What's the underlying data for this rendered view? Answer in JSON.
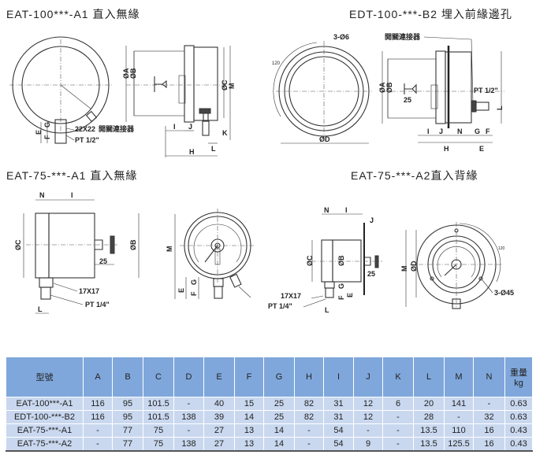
{
  "titles": {
    "eat100_a1": "EAT-100***-A1  直入無緣",
    "edt100_b2": "EDT-100-***-B2 埋入前緣邊孔",
    "eat75_a1": "EAT-75-***-A1 直入無緣",
    "eat75_a2": "EAT-75-***-A2直入背緣"
  },
  "labels": {
    "fig1": {
      "fitting": "22X22",
      "connector": "開關連接器",
      "thread": "PT 1/2\"",
      "A": "ØA",
      "B": "ØB",
      "C": "ØC",
      "M": "M",
      "E": "E",
      "F": "F",
      "G": "G",
      "I": "I",
      "J": "J",
      "K": "K",
      "L": "L",
      "H": "H"
    },
    "fig2": {
      "holes": "3-Ø6",
      "angle": "120",
      "D": "ØD",
      "connector": "開關連接器",
      "thread": "PT 1/2\"",
      "A": "ØA",
      "B": "ØB",
      "knob": "25",
      "L": "L",
      "I": "I",
      "J": "J",
      "N": "N",
      "G": "G",
      "F": "F",
      "H": "H",
      "E": "E"
    },
    "fig3": {
      "N": "N",
      "I": "I",
      "C": "ØC",
      "B": "ØB",
      "knob": "25",
      "fitting": "17X17",
      "thread": "PT 1/4\"",
      "L": "L",
      "M": "M",
      "E": "E",
      "F": "F",
      "G": "G"
    },
    "fig4": {
      "N": "N",
      "I": "I",
      "J": "J",
      "C": "ØC",
      "B": "ØB",
      "knob": "25",
      "fitting": "17X17",
      "thread": "PT 1/4\"",
      "L": "L",
      "F": "F",
      "G": "G",
      "E": "E",
      "M": "M",
      "D": "ØD",
      "angle": "120",
      "holes": "3-Ø45"
    }
  },
  "table": {
    "headers": [
      "型號",
      "A",
      "B",
      "C",
      "D",
      "E",
      "F",
      "G",
      "H",
      "I",
      "J",
      "K",
      "L",
      "M",
      "N",
      "重量\nkg"
    ],
    "rows": [
      [
        "EAT-100***-A1",
        "116",
        "95",
        "101.5",
        "-",
        "40",
        "15",
        "25",
        "82",
        "31",
        "12",
        "6",
        "20",
        "141",
        "-",
        "0.63"
      ],
      [
        "EDT-100-***-B2",
        "116",
        "95",
        "101.5",
        "138",
        "39",
        "14",
        "25",
        "82",
        "31",
        "12",
        "-",
        "28",
        "-",
        "32",
        "0.63"
      ],
      [
        "EAT-75-***-A1",
        "-",
        "77",
        "75",
        "-",
        "27",
        "13",
        "14",
        "-",
        "54",
        "-",
        "-",
        "13.5",
        "110",
        "16",
        "0.43"
      ],
      [
        "EAT-75-***-A2",
        "-",
        "77",
        "75",
        "138",
        "27",
        "13",
        "14",
        "-",
        "54",
        "9",
        "-",
        "13.5",
        "125.5",
        "16",
        "0.43"
      ]
    ]
  }
}
